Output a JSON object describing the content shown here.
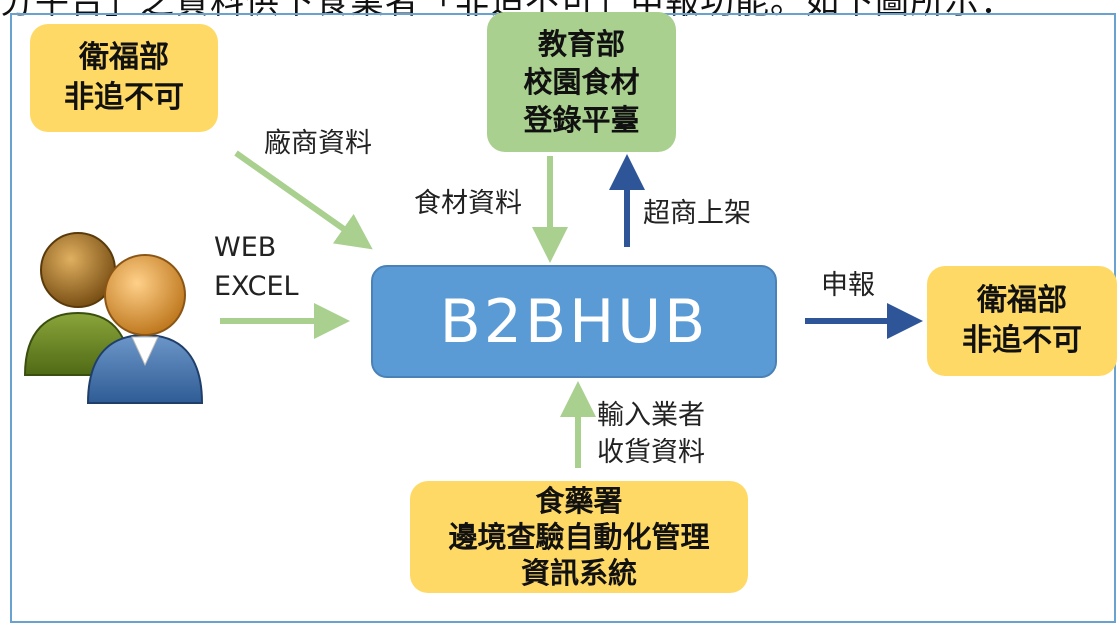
{
  "header_text": "分平台」之資料供下食業者「非追不可」申報功能。如下圖所示：",
  "hub_label": "B2BHUB",
  "boxes": {
    "mohw_top": [
      "衛福部",
      "非追不可"
    ],
    "moe": [
      "教育部",
      "校園食材",
      "登錄平臺"
    ],
    "mohw_right": [
      "衛福部",
      "非追不可"
    ],
    "fda": [
      "食藥署",
      "邊境查驗自動化管理",
      "資訊系統"
    ]
  },
  "labels": {
    "vendor_data": "廠商資料",
    "ingredient_data": "食材資料",
    "store_listing": "超商上架",
    "web": "WEB",
    "excel": "EXCEL",
    "report": "申報",
    "input_vendor": "輸入業者",
    "receipt_data": "收貨資料"
  },
  "icons": {
    "users": "users-icon"
  },
  "colors": {
    "hub": "#5b9bd5",
    "yellow_box": "#ffd966",
    "green_box": "#a9d08e",
    "green_arrow": "#a9d08e",
    "blue_arrow": "#2e5597"
  }
}
